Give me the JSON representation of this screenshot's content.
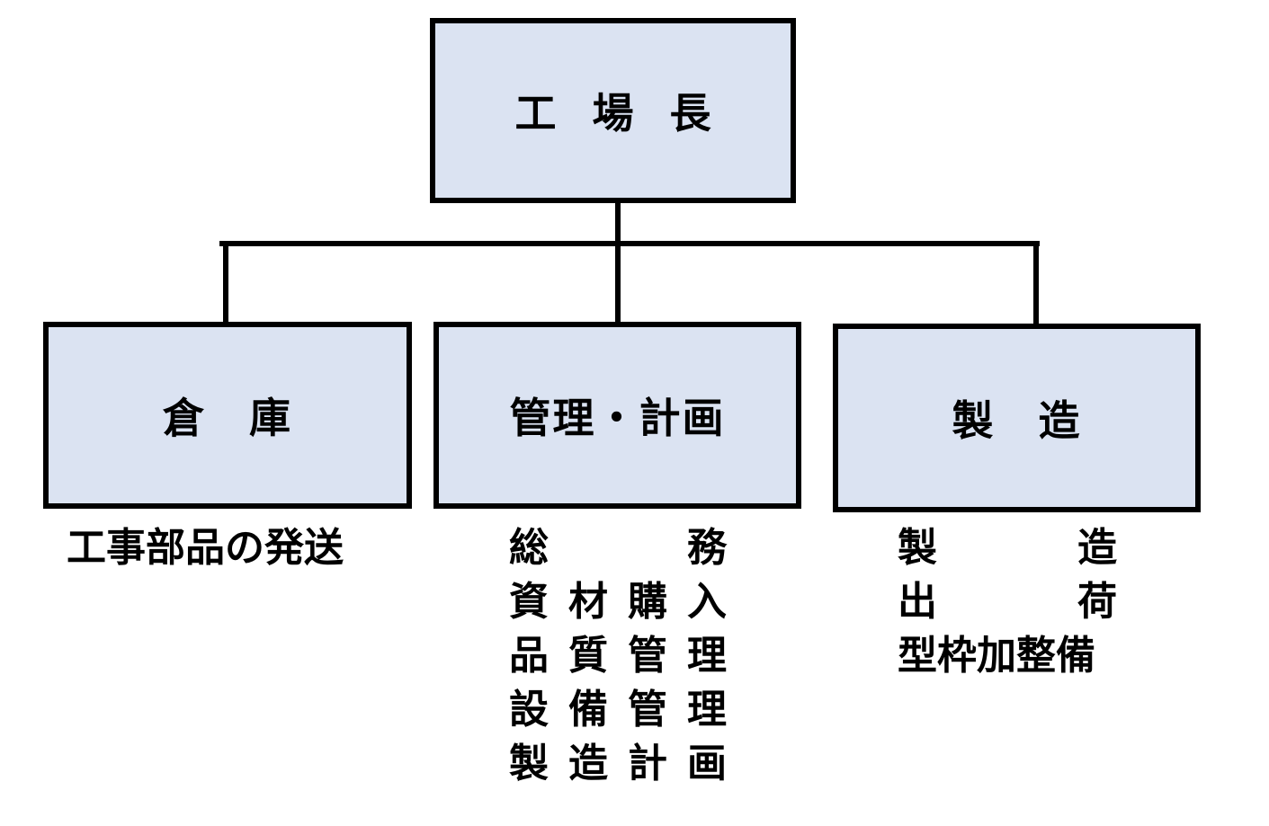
{
  "org_chart": {
    "root": {
      "label": "工 場 長"
    },
    "departments": [
      {
        "id": "warehouse",
        "label": "倉　庫",
        "duties": [
          "工事部品の発送"
        ]
      },
      {
        "id": "management-planning",
        "label": "管理・計画",
        "duties": [
          [
            "総",
            "務"
          ],
          [
            "資",
            "材",
            "購",
            "入"
          ],
          [
            "品",
            "質",
            "管",
            "理"
          ],
          [
            "設",
            "備",
            "管",
            "理"
          ],
          [
            "製",
            "造",
            "計",
            "画"
          ]
        ]
      },
      {
        "id": "manufacturing",
        "label": "製　造",
        "duties": [
          [
            "製",
            "造"
          ],
          [
            "出",
            "荷"
          ],
          "型枠加整備"
        ]
      }
    ],
    "colors": {
      "box_fill": "#dbe3f2",
      "border": "#000000",
      "text": "#000000"
    }
  }
}
